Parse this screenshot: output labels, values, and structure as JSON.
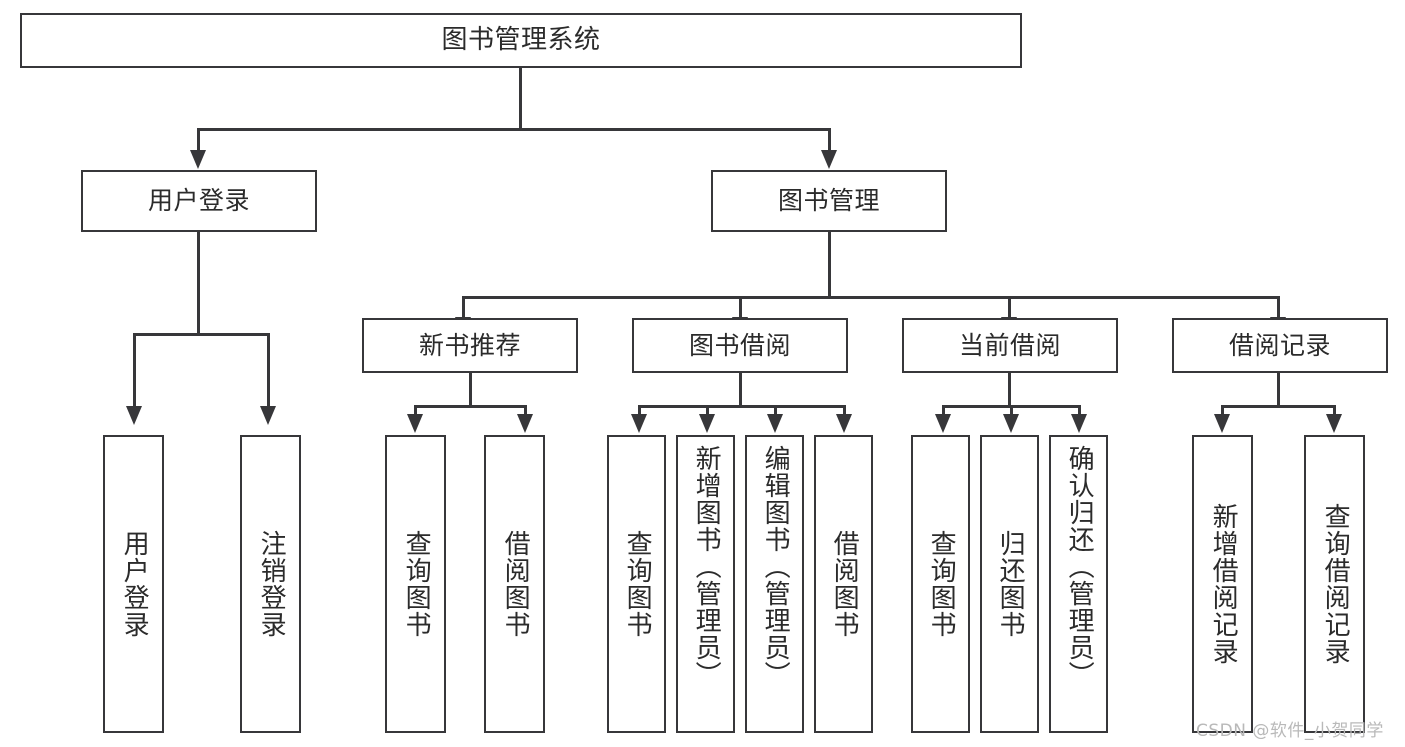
{
  "diagram": {
    "type": "tree-hierarchy-chart",
    "title": "图书管理系统",
    "root": {
      "label": "图书管理系统"
    },
    "level1": [
      {
        "label": "用户登录"
      },
      {
        "label": "图书管理"
      }
    ],
    "level2": [
      {
        "label": "新书推荐"
      },
      {
        "label": "图书借阅"
      },
      {
        "label": "当前借阅"
      },
      {
        "label": "借阅记录"
      }
    ],
    "leaves": {
      "user_login": [
        {
          "label": "用户登录"
        },
        {
          "label": "注销登录"
        }
      ],
      "new_book_recommend": [
        {
          "label": "查询图书"
        },
        {
          "label": "借阅图书"
        }
      ],
      "book_borrow": [
        {
          "label": "查询图书"
        },
        {
          "label": "新增图书（管理员）"
        },
        {
          "label": "编辑图书（管理员）"
        },
        {
          "label": "借阅图书"
        }
      ],
      "current_borrow": [
        {
          "label": "查询图书"
        },
        {
          "label": "归还图书"
        },
        {
          "label": "确认归还（管理员）"
        }
      ],
      "borrow_record": [
        {
          "label": "新增借阅记录"
        },
        {
          "label": "查询借阅记录"
        }
      ]
    },
    "watermark": "CSDN @软件_小贺同学",
    "colors": {
      "stroke": "#37373a",
      "fill": "#ffffff",
      "text": "#2b2b2b",
      "watermark": "#b9b9b9"
    }
  }
}
